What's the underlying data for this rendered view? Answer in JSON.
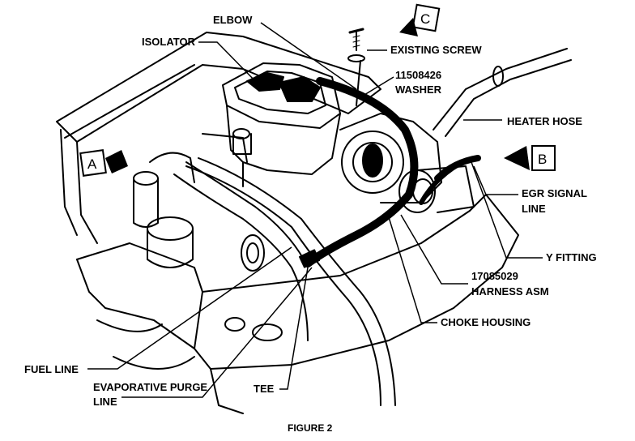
{
  "figure": {
    "caption": "FIGURE 2",
    "ink_color": "#000000",
    "paper_color": "#ffffff"
  },
  "callouts": {
    "elbow": "ELBOW",
    "isolator": "ISOLATOR",
    "existing_screw": "EXISTING SCREW",
    "washer_part_number": "11508426",
    "washer": "WASHER",
    "heater_hose": "HEATER HOSE",
    "egr_signal_line_1": "EGR SIGNAL",
    "egr_signal_line_2": "LINE",
    "y_fitting": "Y FITTING",
    "harness_part_number": "17085029",
    "harness_asm": "HARNESS ASM",
    "choke_housing": "CHOKE HOUSING",
    "fuel_line": "FUEL LINE",
    "evap_purge_1": "EVAPORATIVE PURGE",
    "evap_purge_2": "LINE",
    "tee": "TEE"
  },
  "view_markers": {
    "a": "A",
    "b": "B",
    "c": "C"
  },
  "icons": [
    "view-arrow-icon",
    "screw-icon",
    "washer-icon"
  ]
}
